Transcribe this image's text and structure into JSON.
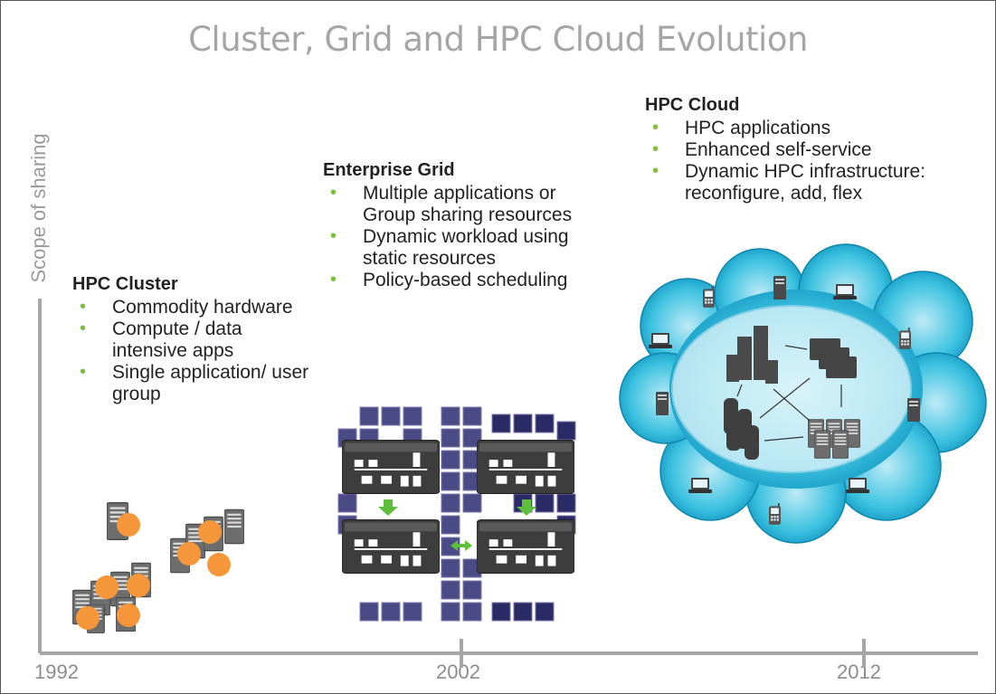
{
  "title": "Cluster, Grid and HPC Cloud Evolution",
  "y_axis_label": "Scope of sharing",
  "x_ticks": [
    "1992",
    "2002",
    "2012"
  ],
  "bullet_symbol": "•",
  "colors": {
    "title": "#a6a6a6",
    "bullet": "#7bbf3b",
    "orange_node": "#f5963a",
    "grid_blue": "#3f3f7a",
    "cloud_cyan": "#27b6d9",
    "arrow_green": "#5fbf3a"
  },
  "sections": {
    "cluster": {
      "heading": "HPC Cluster",
      "bullets": [
        "Commodity hardware",
        "Compute / data intensive apps",
        "Single application/ user group"
      ]
    },
    "grid": {
      "heading": "Enterprise Grid",
      "bullets": [
        "Multiple applications or Group sharing resources",
        "Dynamic workload using static resources",
        "Policy-based scheduling"
      ]
    },
    "cloud": {
      "heading": "HPC Cloud",
      "bullets": [
        "HPC applications",
        "Enhanced self-service",
        "Dynamic HPC infrastructure: reconfigure, add, flex"
      ]
    }
  },
  "icons": [
    "server-icon",
    "network-switch-icon",
    "building-icon",
    "monitor-icon",
    "laptop-icon",
    "mobile-phone-icon",
    "cloud-icon"
  ]
}
